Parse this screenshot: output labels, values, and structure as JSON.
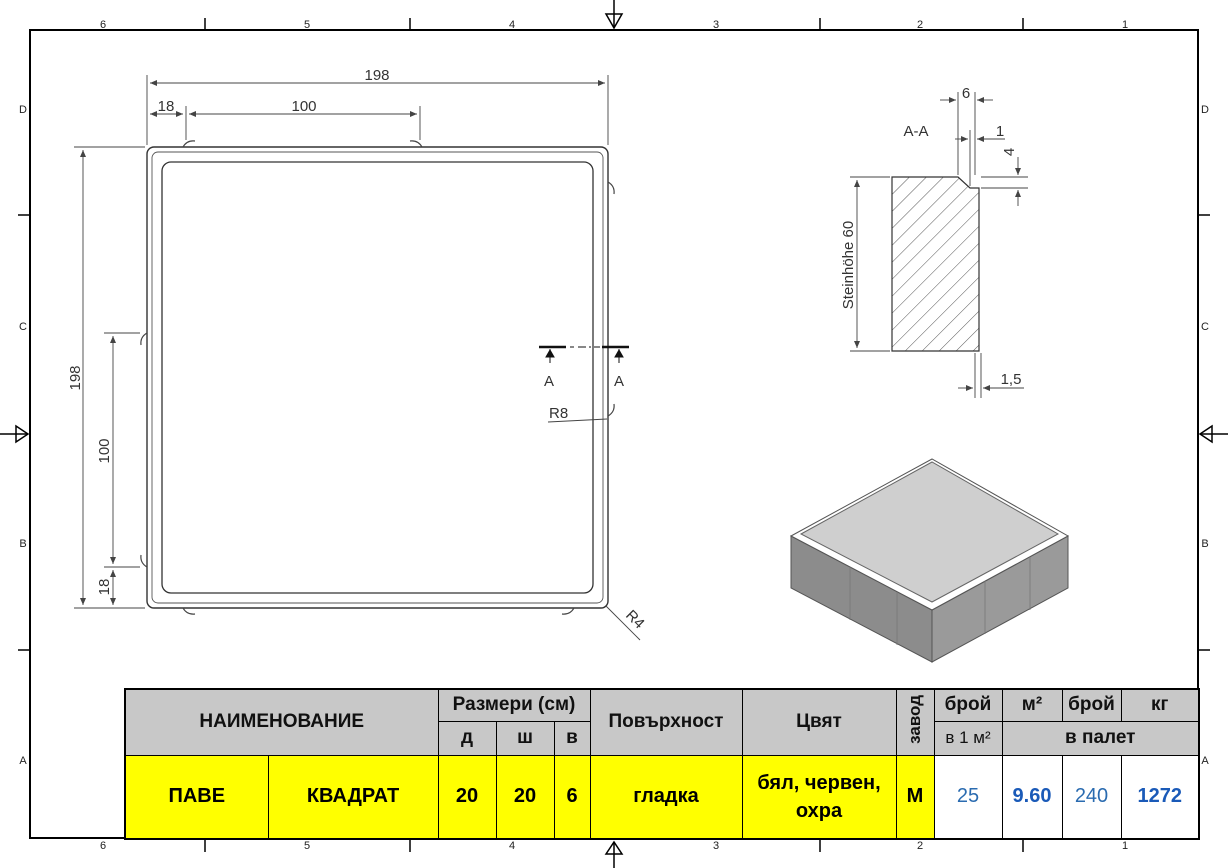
{
  "frame": {
    "zone_numbers": [
      "6",
      "5",
      "4",
      "3",
      "2",
      "1"
    ],
    "zone_letters": [
      "D",
      "C",
      "B",
      "A"
    ]
  },
  "plan_view": {
    "dim_overall_width": "198",
    "dim_edge_offset_top": "18",
    "dim_spacer_width_top": "100",
    "dim_overall_height": "198",
    "dim_spacer_height_left": "100",
    "dim_edge_offset_left": "18",
    "section_mark": "A",
    "radius_inner": "R8",
    "radius_corner": "R4"
  },
  "section_view": {
    "title": "A-A",
    "dim_top": "6",
    "dim_chamfer": "1",
    "dim_chamfer_height": "4",
    "height_label": "Steinhöhe 60",
    "dim_bottom": "1,5"
  },
  "table": {
    "headers": {
      "name": "НАИМЕНОВАНИЕ",
      "dimensions": "Размери (см)",
      "length": "д",
      "width": "ш",
      "height": "в",
      "surface": "Повърхност",
      "color": "Цвят",
      "plant": "завод",
      "count": "брой",
      "per_m2": "в 1 м²",
      "m2": "м²",
      "pallet_count": "брой",
      "kg": "кг",
      "per_pallet": "в палет"
    },
    "row": {
      "name_1": "ПАВЕ",
      "name_2": "КВАДРАТ",
      "length": "20",
      "width": "20",
      "height": "6",
      "surface": "гладка",
      "color_line1": "бял, червен,",
      "color_line2": "охра",
      "plant": "М",
      "per_m2": "25",
      "m2_per_pallet": "9.60",
      "count_per_pallet": "240",
      "kg_per_pallet": "1272"
    }
  }
}
